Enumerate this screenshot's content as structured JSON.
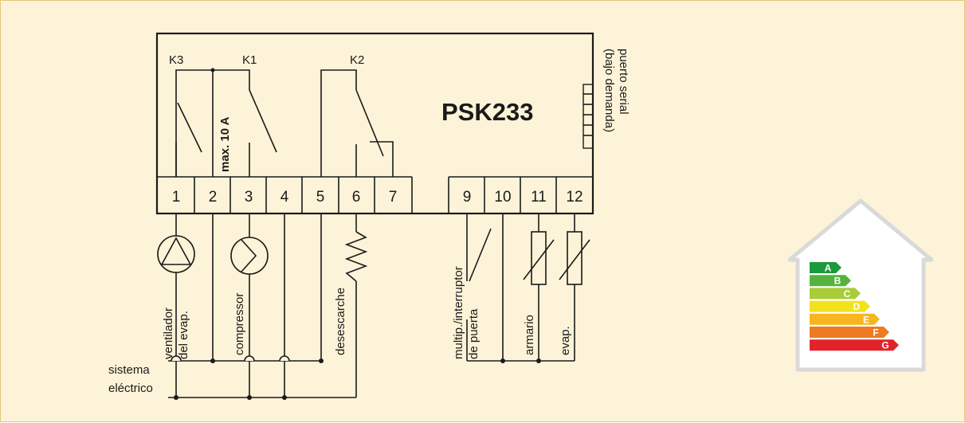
{
  "colors": {
    "panel_bg": "#fdf3d8",
    "panel_border": "#e6c77a",
    "ink": "#1a1a1a",
    "house_outline": "#d9d9d9",
    "energy": [
      "#1a9a3a",
      "#55b33c",
      "#a8cc3a",
      "#f2e21a",
      "#f7b51e",
      "#ee7a22",
      "#e2232a"
    ]
  },
  "device": {
    "model": "PSK233"
  },
  "relays": [
    {
      "label": "K3"
    },
    {
      "label": "K1"
    },
    {
      "label": "K2"
    }
  ],
  "max_current": "max. 10 A",
  "serial_port": {
    "line1": "puerto serial",
    "line2": "(bajo demanda)"
  },
  "terminals": [
    "1",
    "2",
    "3",
    "4",
    "5",
    "6",
    "7",
    "9",
    "10",
    "11",
    "12"
  ],
  "loads": {
    "fan_line1": "ventilador",
    "fan_line2": "del evap.",
    "compressor": "compressor",
    "defrost": "desescarche",
    "switch_line1": "multip./interruptor",
    "switch_line2": "de puerta",
    "cabinet": "armario",
    "evap": "evap."
  },
  "mains": {
    "line1": "sistema",
    "line2": "eléctrico"
  },
  "energy_classes": [
    "A",
    "B",
    "C",
    "D",
    "E",
    "F",
    "G"
  ]
}
